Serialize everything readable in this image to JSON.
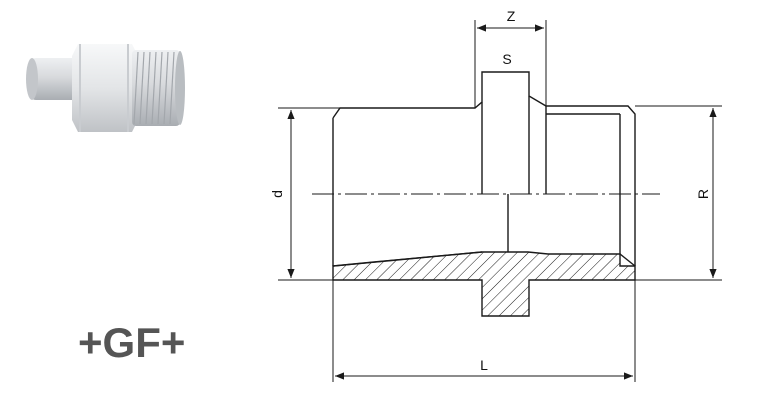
{
  "labels": {
    "z": "Z",
    "s": "S",
    "d": "d",
    "r": "R",
    "l": "L"
  },
  "logo": {
    "text": "+GF+"
  },
  "colors": {
    "line": "#1a1a1a",
    "logo": "#555555",
    "photo_body": "#d7d9dc",
    "photo_shadow": "#9fa3a8",
    "hatch": "#1a1a1a"
  }
}
